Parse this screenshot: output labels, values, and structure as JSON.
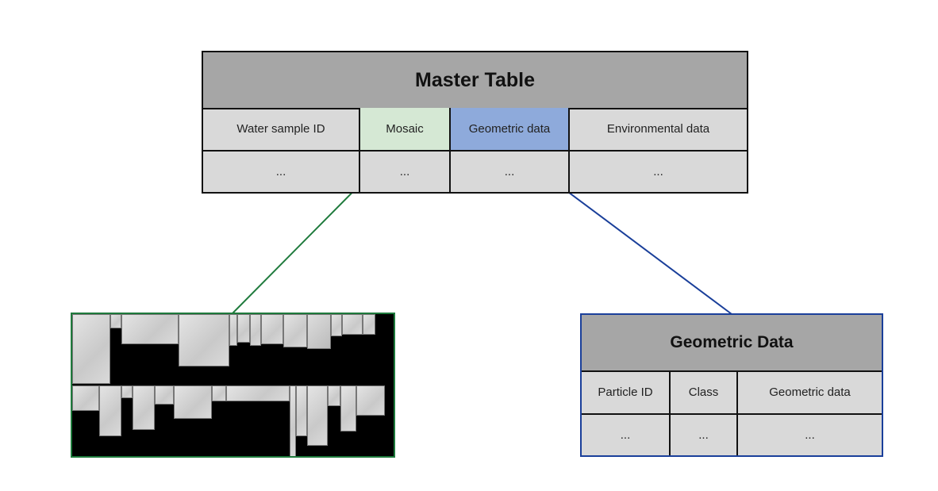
{
  "master_table": {
    "title": "Master Table",
    "columns": [
      "Water sample ID",
      "Mosaic",
      "Geometric data",
      "Environmental data"
    ],
    "row": [
      "...",
      "...",
      "...",
      "..."
    ]
  },
  "geometric_table": {
    "title": "Geometric Data",
    "columns": [
      "Particle ID",
      "Class",
      "Geometric data"
    ],
    "row": [
      "...",
      "...",
      "..."
    ]
  },
  "colors": {
    "mosaic_highlight": "#d5e8d4",
    "geometric_highlight": "#8eaadb",
    "mosaic_link": "#1e7a3c",
    "geometric_link": "#1a3f9a",
    "header_gray": "#a6a6a6",
    "cell_gray": "#d9d9d9"
  }
}
